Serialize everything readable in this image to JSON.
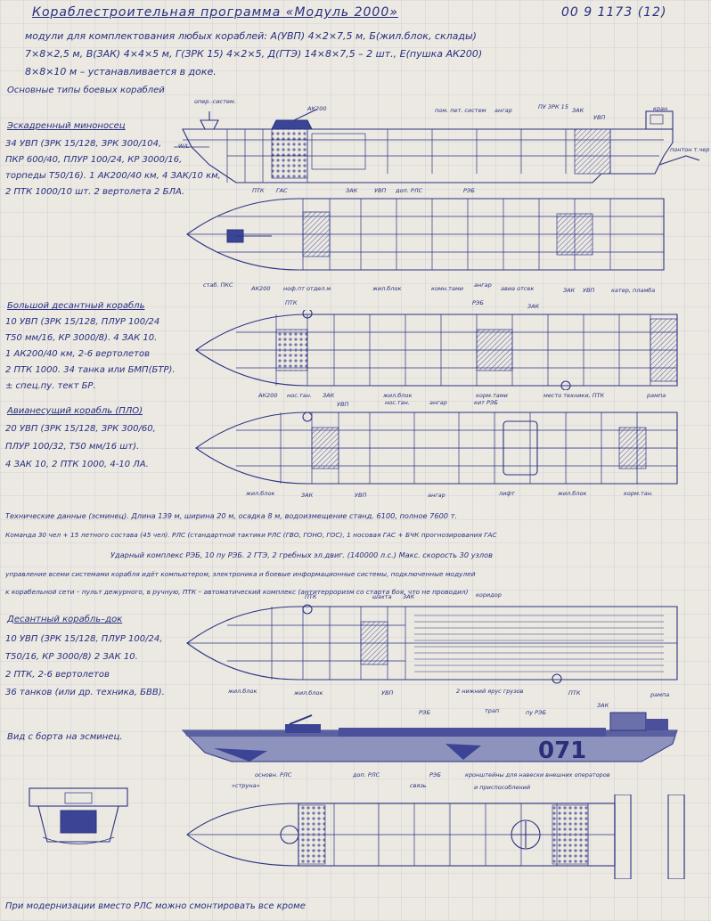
{
  "header": {
    "title": "Кораблестроительная программа «Модуль 2000»",
    "doc_no": "00 9 1173 (12)",
    "line2": "модули для комплектования любых кораблей: А(УВП) 4×2×7,5 м, Б(жил.блок, склады)",
    "line3": "7×8×2,5 м, В(ЗАК) 4×4×5 м, Г(ЗРК 15) 4×2×5, Д(ГТЭ) 14×8×7,5 – 2 шт., Е(пушка АК200)",
    "line4": "8×8×10 м – устанавливается в доке."
  },
  "section_title": "Основные типы боевых кораблей",
  "destroyer": {
    "title": "Эскадренный миноносец",
    "spec": [
      "34 УВП (ЗРК 15/128, ЗРК 300/104,",
      "ПКР 600/40, ПЛУР 100/24, КР 3000/16,",
      "торпеды Т50/16). 1 АК200/40 км, 4 ЗАК/10 км,",
      "2 ПТК 1000/10 шт. 2 вертолета 2 БЛА."
    ],
    "labels": {
      "ops": "опер.-систем.",
      "ak200": "АК200",
      "pom": "пом. пет. систем",
      "angar": "ангар",
      "puzrk": "ПУ ЗРК 15",
      "zak": "ЗАК",
      "uvp": "УВП",
      "kran": "кран",
      "wl": "W/L",
      "ptk": "ПТК",
      "gas": "ГАС",
      "pont": "понтон т.чер"
    },
    "plan_labels": [
      "стаб. ПКС",
      "АК200",
      "ноф.пт отдел.м",
      "жил.блок",
      "комн.тами",
      "ангар",
      "авиа отсек",
      "ЗАК",
      "УВП",
      "катер, пламба"
    ],
    "plan_top": [
      "ЗАК",
      "УВП",
      "доп. РЛС",
      "РЭБ"
    ]
  },
  "landing_ship": {
    "title": "Большой десантный корабль",
    "spec": [
      "10 УВП (ЗРК 15/128, ПЛУР 100/24",
      "Т50 мм/16, КР 3000/8). 4 ЗАК 10.",
      "1 АК200/40 км, 2-6 вертолетов",
      "2 ПТК 1000. 34 танка или БМП(БТР).",
      "± спец.пу. тект БР."
    ],
    "plan_labels": [
      "АК200",
      "нос.тан.",
      "ЗАК",
      "жил.блок",
      "корм.тами",
      "место техники, ПТК",
      "рампа"
    ],
    "plan_top": [
      "ПТК",
      "РЭБ",
      "ЗАК"
    ]
  },
  "amphibious": {
    "title": "Авианесущий корабль (ПЛО)",
    "spec": [
      "20 УВП (ЗРК 15/128, ЗРК 300/60,",
      "ПЛУР 100/32, Т50 мм/16 шт).",
      "4 ЗАК 10, 2 ПТК 1000, 4-10 ЛА."
    ],
    "plan_labels": [
      "жил.блок",
      "ЗАК",
      "УВП",
      "ангар",
      "лифт",
      "жил.блок",
      "корм.тан."
    ],
    "plan_top": [
      "УВП",
      "нос.тан.",
      "ангар",
      "кит РЭБ"
    ]
  },
  "tech": {
    "line1": "Технические данные (эсминец). Длина 139 м, ширина 20 м, осадка 8 м, водоизмещение станд. 6100, полное 7600 т.",
    "line2": "Команда 30 чел + 15 летного состава (45 чел). РЛС (стандартной тактики РЛС (ГВО, ГОНО, ГОС), 1 носовая ГАС + БЧК прогнозирования ГАС",
    "line3": "Ударный комплекс РЭБ, 10 пу РЭБ. 2 ГТЭ, 2 гребных эл.двиг. (140000 л.с.) Макс. скорость 30 узлов",
    "line4": "управление всеми системами корабля идёт компьютером, электроника и боевые информационные системы, подключенные модулей",
    "line5": "к корабельной сети – пульт дежурного, в ручную, ПТК – автоматический комплекс (антитерроризм со старта боя, что не проводил)"
  },
  "dock_ship": {
    "title": "Десантный корабль–док",
    "spec": [
      "10 УВП (ЗРК 15/128, ПЛУР 100/24,",
      "Т50/16, КР 3000/8) 2 ЗАК 10.",
      "2 ПТК, 2-6 вертолетов",
      "36 танков (или др. техника, БВВ)."
    ],
    "plan_labels": [
      "жил.блок",
      "жил.блок",
      "УВП",
      "2 нижний ярус грузов",
      "ПТК",
      "рампа"
    ],
    "plan_top": [
      "ПТК",
      "шахта",
      "ЗАК",
      "коридор"
    ]
  },
  "view": {
    "caption": "Вид с борта на эсминец.",
    "hull_number": "071",
    "labels_top": [
      "РЭБ",
      "трап",
      "пу РЭБ",
      "ЗАК"
    ],
    "labels_bottom": [
      "основн. РЛС",
      "доп. РЛС",
      "РЭБ",
      "связь",
      "кронштейны для навески внешних операторов",
      "и приспособлений"
    ]
  },
  "footer": "При модернизации вместо РЛС можно смонтировать все кроме",
  "bottom_plan": {
    "label": "«струна»"
  }
}
